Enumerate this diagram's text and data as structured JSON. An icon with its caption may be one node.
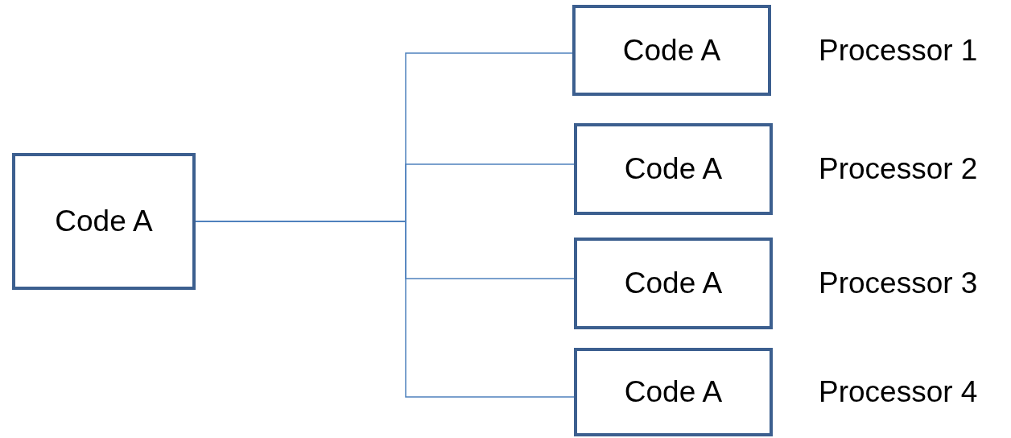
{
  "diagram": {
    "nodes": [
      {
        "text": [
          "Code A"
        ]
      },
      {
        "text": [
          "Code A"
        ],
        "beside": [
          "Processor 1"
        ]
      },
      {
        "text": [
          "Code A"
        ],
        "beside": [
          "Processor 2"
        ]
      },
      {
        "text": [
          "Code A"
        ],
        "beside": [
          "Processor 3"
        ]
      },
      {
        "text": [
          "Code A"
        ],
        "beside": [
          "Processor 4"
        ]
      }
    ],
    "edges": [
      {
        "from": 0,
        "to": 1,
        "arrow": "none"
      },
      {
        "from": 0,
        "to": 2,
        "arrow": "none"
      },
      {
        "from": 0,
        "to": 3,
        "arrow": "none"
      },
      {
        "from": 0,
        "to": 4,
        "arrow": "none"
      }
    ]
  }
}
